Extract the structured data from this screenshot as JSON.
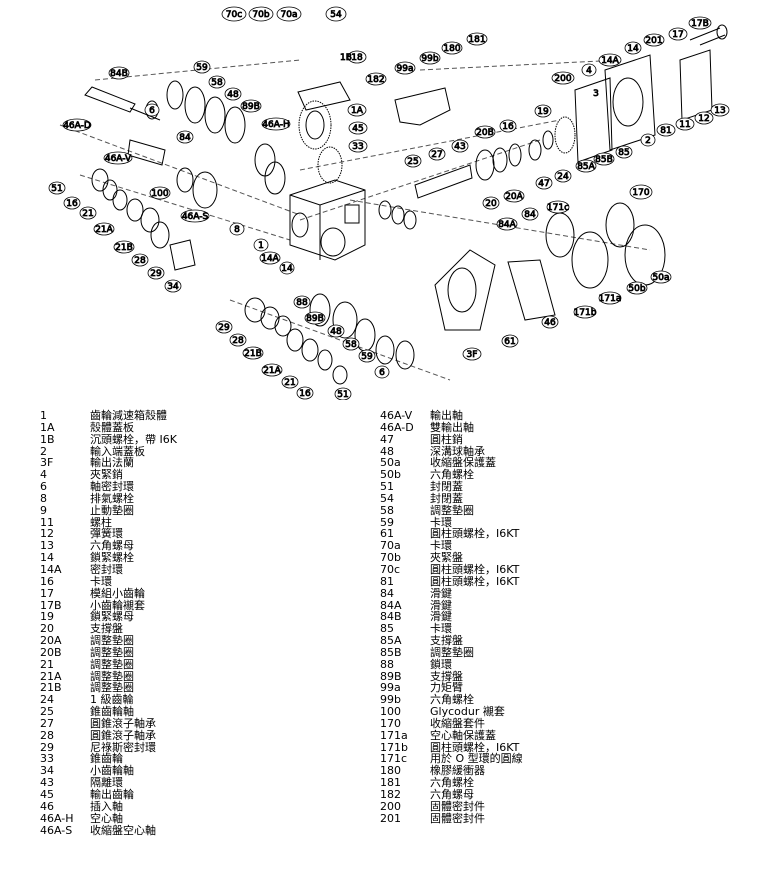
{
  "diagram": {
    "callouts": [
      "70c",
      "70b",
      "70a",
      "54",
      "18",
      "17B",
      "17",
      "201",
      "14A",
      "14",
      "1B",
      "180",
      "181",
      "99a",
      "99b",
      "182",
      "84B",
      "59",
      "58",
      "48",
      "6",
      "89B",
      "46A-D",
      "46A-H",
      "1A",
      "200",
      "4",
      "3",
      "2",
      "81",
      "11",
      "12",
      "13",
      "84",
      "46A-V",
      "45",
      "33",
      "19",
      "16",
      "20B",
      "43",
      "27",
      "25",
      "85",
      "85B",
      "85A",
      "24",
      "47",
      "20A",
      "20",
      "170",
      "51",
      "100",
      "16",
      "21",
      "46A-S",
      "8",
      "21A",
      "21B",
      "28",
      "29",
      "34",
      "14A",
      "14",
      "1",
      "171c",
      "84A",
      "84",
      "50b",
      "50a",
      "171a",
      "171b",
      "88",
      "89B",
      "48",
      "58",
      "59",
      "6",
      "29",
      "28",
      "21B",
      "21A",
      "21",
      "16",
      "51",
      "3F",
      "61",
      "46"
    ]
  },
  "legend": {
    "left": [
      {
        "num": "1",
        "desc": "齒輪減速箱殼體"
      },
      {
        "num": "1A",
        "desc": "殼體蓋板"
      },
      {
        "num": "1B",
        "desc": "沉頭螺栓，帶 I6K"
      },
      {
        "num": "2",
        "desc": "輸入端蓋板"
      },
      {
        "num": "3F",
        "desc": "輸出法蘭"
      },
      {
        "num": "4",
        "desc": "夾緊銷"
      },
      {
        "num": "6",
        "desc": "軸密封環"
      },
      {
        "num": "8",
        "desc": "排氣螺栓"
      },
      {
        "num": "9",
        "desc": "止動墊圈"
      },
      {
        "num": "11",
        "desc": "螺柱"
      },
      {
        "num": "12",
        "desc": "彈簧環"
      },
      {
        "num": "13",
        "desc": "六角螺母"
      },
      {
        "num": "14",
        "desc": "鎖緊螺栓"
      },
      {
        "num": "14A",
        "desc": "密封環"
      },
      {
        "num": "16",
        "desc": "卡環"
      },
      {
        "num": "17",
        "desc": "模組小齒輪"
      },
      {
        "num": "17B",
        "desc": "小齒輪襯套"
      },
      {
        "num": "19",
        "desc": "鎖緊螺母"
      },
      {
        "num": "20",
        "desc": "支撐盤"
      },
      {
        "num": "20A",
        "desc": "調整墊圈"
      },
      {
        "num": "20B",
        "desc": "調整墊圈"
      },
      {
        "num": "21",
        "desc": "調整墊圈"
      },
      {
        "num": "21A",
        "desc": "調整墊圈"
      },
      {
        "num": "21B",
        "desc": "調整墊圈"
      },
      {
        "num": "24",
        "desc": "1 級齒輪"
      },
      {
        "num": "25",
        "desc": "錐齒輪軸"
      },
      {
        "num": "27",
        "desc": "圓錐滾子軸承"
      },
      {
        "num": "28",
        "desc": "圓錐滾子軸承"
      },
      {
        "num": "29",
        "desc": "尼祿斯密封環"
      },
      {
        "num": "33",
        "desc": "錐齒輪"
      },
      {
        "num": "34",
        "desc": "小齒輪軸"
      },
      {
        "num": "43",
        "desc": "隔離環"
      },
      {
        "num": "45",
        "desc": "輸出齒輪"
      },
      {
        "num": "46",
        "desc": "插入軸"
      },
      {
        "num": "46A-H",
        "desc": "空心軸"
      },
      {
        "num": "46A-S",
        "desc": "收縮盤空心軸"
      }
    ],
    "right": [
      {
        "num": "46A-V",
        "desc": "輸出軸"
      },
      {
        "num": "46A-D",
        "desc": "雙輸出軸"
      },
      {
        "num": "47",
        "desc": "圓柱銷"
      },
      {
        "num": "48",
        "desc": "深溝球軸承"
      },
      {
        "num": "50a",
        "desc": "收縮盤保護蓋"
      },
      {
        "num": "50b",
        "desc": "六角螺栓"
      },
      {
        "num": "51",
        "desc": "封閉蓋"
      },
      {
        "num": "54",
        "desc": "封閉蓋"
      },
      {
        "num": "58",
        "desc": "調整墊圈"
      },
      {
        "num": "59",
        "desc": "卡環"
      },
      {
        "num": "61",
        "desc": "圓柱頭螺栓，I6KT"
      },
      {
        "num": "70a",
        "desc": "卡環"
      },
      {
        "num": "70b",
        "desc": "夾緊盤"
      },
      {
        "num": "70c",
        "desc": "圓柱頭螺栓，I6KT"
      },
      {
        "num": "81",
        "desc": "圓柱頭螺栓，I6KT"
      },
      {
        "num": "84",
        "desc": "滑鍵"
      },
      {
        "num": "84A",
        "desc": "滑鍵"
      },
      {
        "num": "84B",
        "desc": "滑鍵"
      },
      {
        "num": "85",
        "desc": "卡環"
      },
      {
        "num": "85A",
        "desc": "支撐盤"
      },
      {
        "num": "85B",
        "desc": "調整墊圈"
      },
      {
        "num": "88",
        "desc": "鎖環"
      },
      {
        "num": "89B",
        "desc": "支撐盤"
      },
      {
        "num": "99a",
        "desc": "力矩臂"
      },
      {
        "num": "99b",
        "desc": "六角螺栓"
      },
      {
        "num": "100",
        "desc": "Glycodur 襯套"
      },
      {
        "num": "170",
        "desc": "收縮盤套件"
      },
      {
        "num": "171a",
        "desc": "空心軸保護蓋"
      },
      {
        "num": "171b",
        "desc": "圓柱頭螺栓，I6KT"
      },
      {
        "num": "171c",
        "desc": "用於 O 型環的圓線"
      },
      {
        "num": "180",
        "desc": "橡膠緩衝器"
      },
      {
        "num": "181",
        "desc": "六角螺栓"
      },
      {
        "num": "182",
        "desc": "六角螺母"
      },
      {
        "num": "200",
        "desc": "固體密封件"
      },
      {
        "num": "201",
        "desc": "固體密封件"
      }
    ]
  }
}
